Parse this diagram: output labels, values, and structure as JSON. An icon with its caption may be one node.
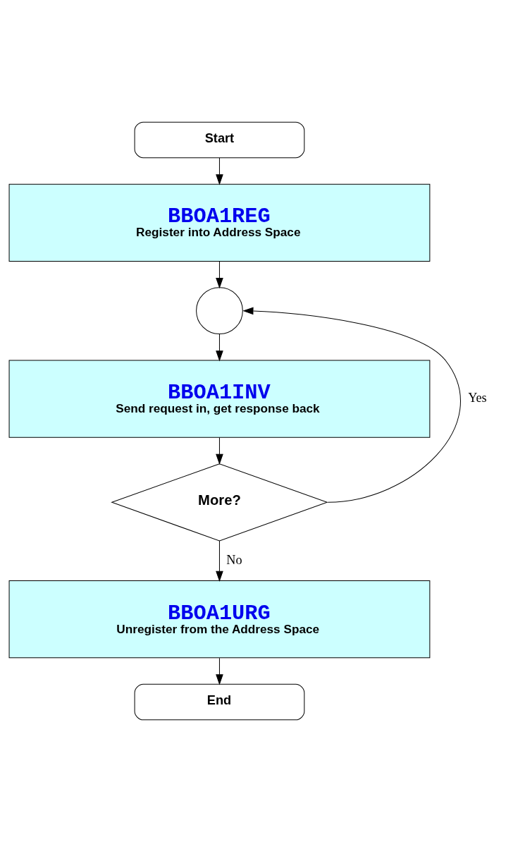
{
  "diagram": {
    "nodes": [
      {
        "text": [
          "Start"
        ]
      },
      {
        "text": [
          "BBOA1REG",
          "Register into Address Space"
        ]
      },
      {
        "text": [],
        "shape": "circle"
      },
      {
        "text": [
          "BBOA1INV",
          "Send request in, get response back"
        ]
      },
      {
        "text": [
          "More?"
        ]
      },
      {
        "text": [
          "BBOA1URG",
          "Unregister from the Address Space"
        ]
      },
      {
        "text": [
          "End"
        ]
      }
    ],
    "edges": [
      {
        "from": 0,
        "to": 1,
        "arrow": "to"
      },
      {
        "from": 1,
        "to": 2,
        "arrow": "to"
      },
      {
        "from": 2,
        "to": 3,
        "arrow": "to"
      },
      {
        "from": 3,
        "to": 4,
        "arrow": "to"
      },
      {
        "from": 4,
        "to": 5,
        "arrow": "to",
        "label": "No"
      },
      {
        "from": 4,
        "to": 2,
        "arrow": "to",
        "label": "Yes"
      },
      {
        "from": 5,
        "to": 6,
        "arrow": "to"
      }
    ]
  }
}
